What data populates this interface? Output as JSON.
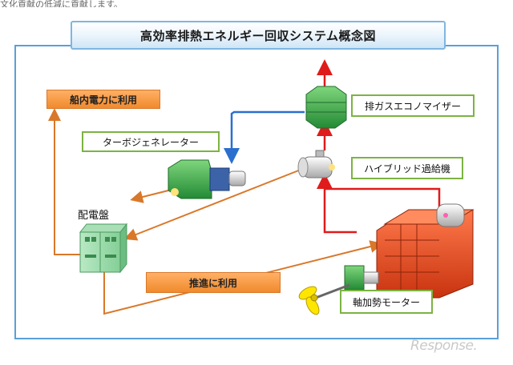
{
  "header_snippet": "文化貢献の低減に貢献します。",
  "title": "高効率排熱エネルギー回収システム概念図",
  "labels": {
    "onboard_power": "船内電力に利用",
    "turbo_generator": "ターボジェネレーター",
    "distribution_board": "配電盤",
    "exhaust_economizer": "排ガスエコノマイザー",
    "hybrid_turbocharger": "ハイブリッド過給機",
    "propulsion": "推進に利用",
    "shaft_motor": "軸加勢モーター"
  },
  "watermark": "Response.",
  "colors": {
    "frame": "#5aa0d8",
    "label_border": "#7cb342",
    "orange": "#f08a2c",
    "red_flow": "#e01b1b",
    "blue_flow": "#2a6fcf",
    "equipment_green": "#3fae4f",
    "engine_red": "#e4421d"
  }
}
